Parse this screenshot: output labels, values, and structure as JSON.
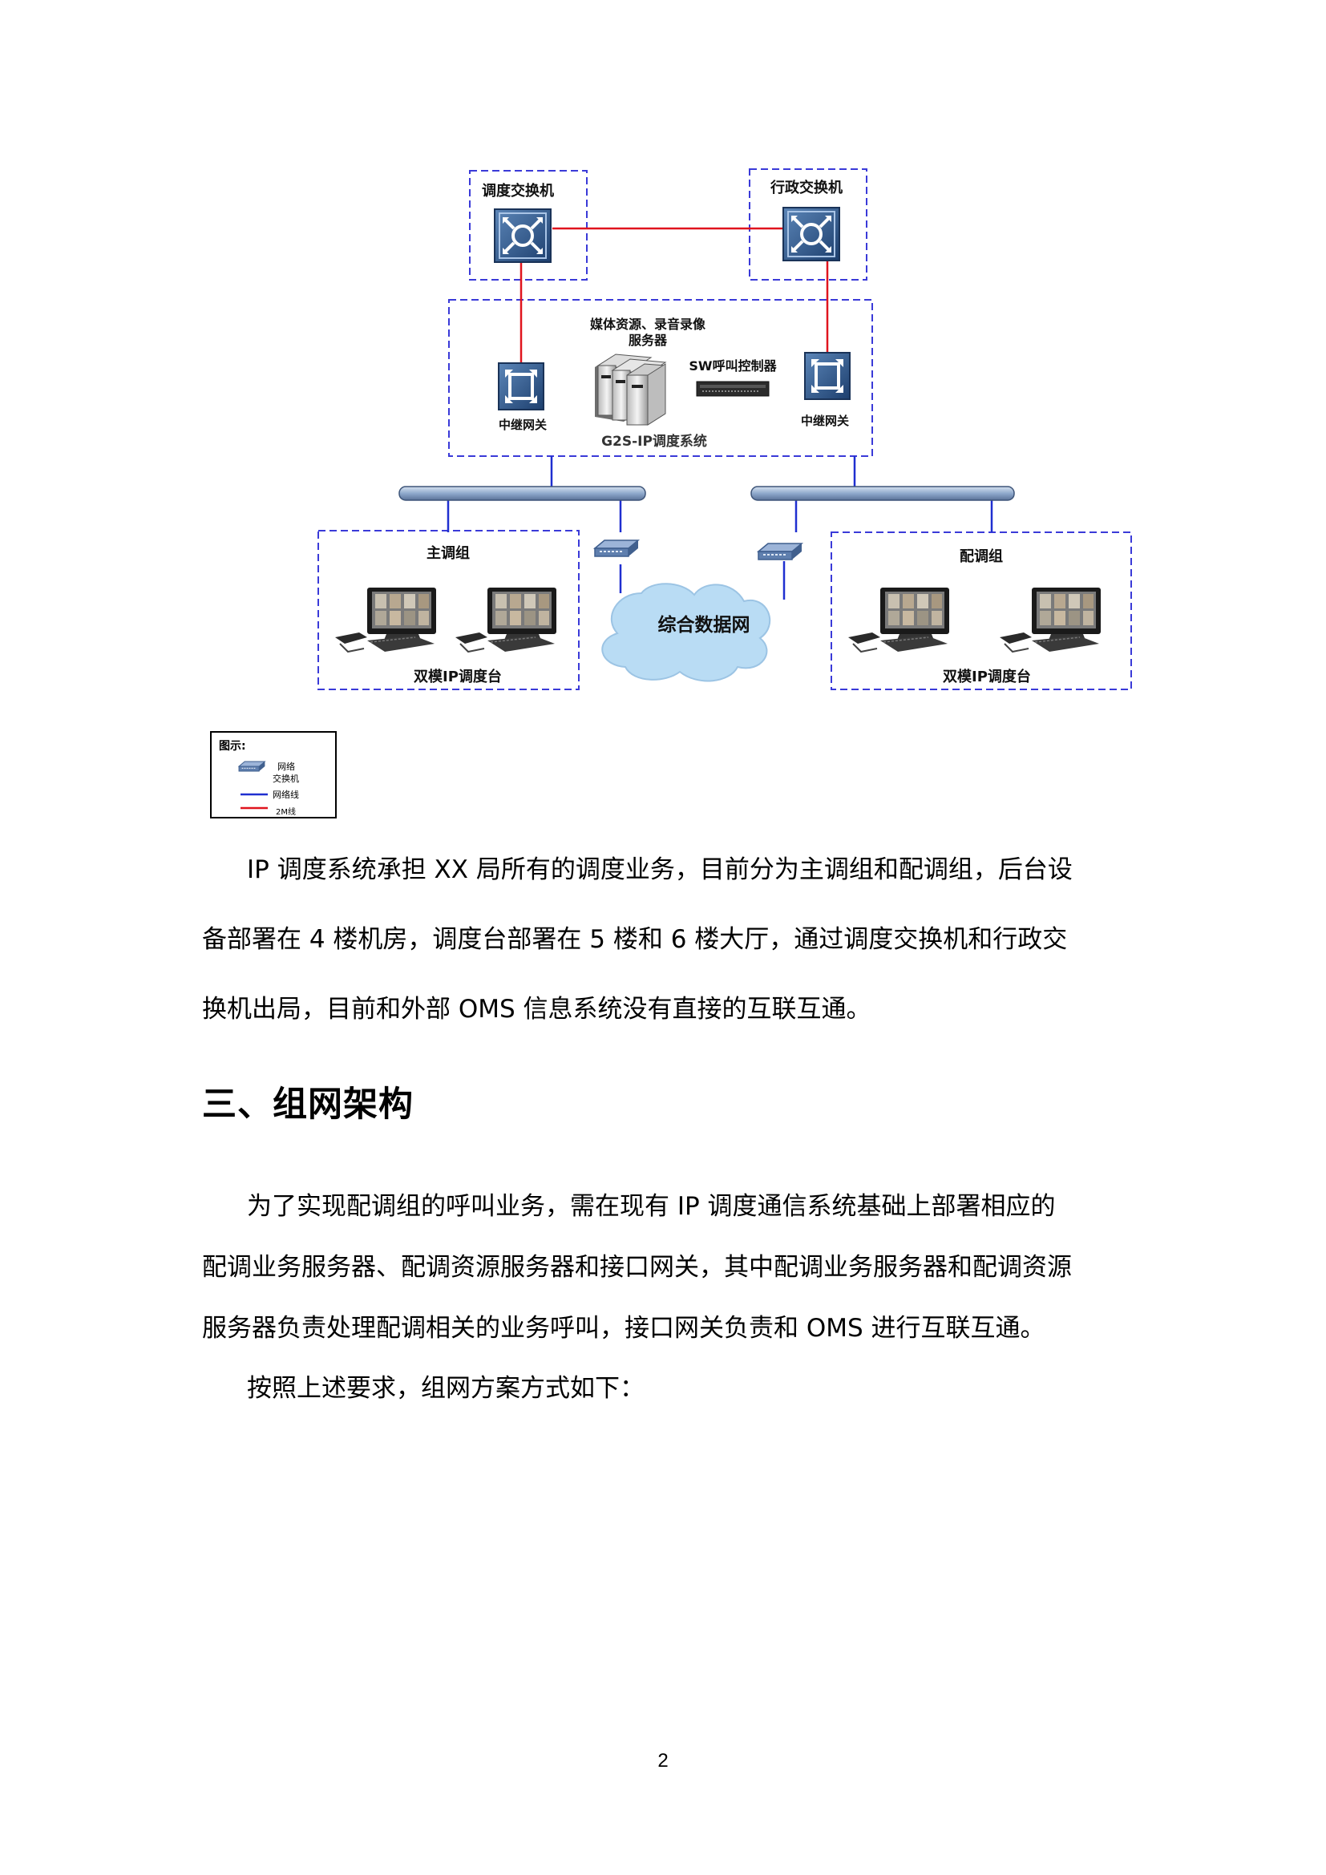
{
  "diagram": {
    "dispatch_switch": "调度交换机",
    "admin_switch": "行政交换机",
    "media_server": [
      "媒体资源、录音录像",
      "服务器"
    ],
    "sw_controller": "SW呼叫控制器",
    "trunk_gw_left": "中继网关",
    "trunk_gw_right": "中继网关",
    "system_name": "G2S-IP调度系统",
    "main_group": "主调组",
    "dist_group": "配调组",
    "console_left": "双模IP调度台",
    "console_right": "双模IP调度台",
    "data_network": "综合数据网",
    "colors": {
      "dash_border": "#3a3ad8",
      "red_line": "#e0141e",
      "blue_line": "#1f2fd0",
      "bus": "#9fb6d6",
      "cloud": "#b9dcf4"
    }
  },
  "legend": {
    "title": "图示:",
    "switch_label": [
      "网络",
      "交换机"
    ],
    "network_line": "网络线",
    "line_2m": "2M线"
  },
  "para1": [
    "IP 调度系统承担 XX 局所有的调度业务，目前分为主调组和配调组，后台设",
    "备部署在 4 楼机房，调度台部署在 5 楼和 6 楼大厅，通过调度交换机和行政交",
    "换机出局，目前和外部 OMS 信息系统没有直接的互联互通。"
  ],
  "heading": "三、组网架构",
  "para2": [
    "为了实现配调组的呼叫业务，需在现有 IP 调度通信系统基础上部署相应的",
    "配调业务服务器、配调资源服务器和接口网关，其中配调业务服务器和配调资源",
    "服务器负责处理配调相关的业务呼叫，接口网关负责和 OMS 进行互联互通。",
    "按照上述要求，组网方案方式如下："
  ],
  "page_number": "2"
}
